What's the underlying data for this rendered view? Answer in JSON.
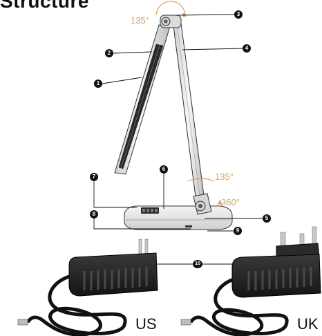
{
  "title": "Structure",
  "angles": {
    "head": "135°",
    "base_tilt": "135°",
    "base_rotate": "360°"
  },
  "callouts": [
    "1",
    "2",
    "3",
    "4",
    "5",
    "6",
    "7",
    "8",
    "9",
    "10"
  ],
  "regions": {
    "us": "US",
    "uk": "UK"
  },
  "colors": {
    "angle_annotation": "#d4a464",
    "callout_fill": "#111111",
    "lamp_body": "#e9e9e9",
    "adapter_body": "#1e1e1e"
  }
}
